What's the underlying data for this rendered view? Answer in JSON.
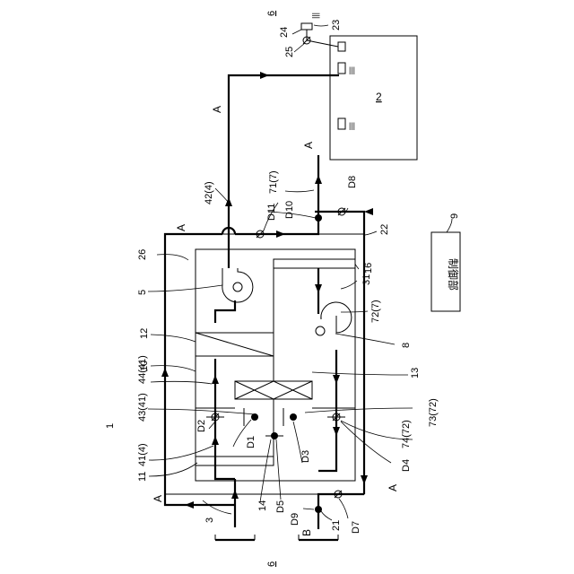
{
  "labels": {
    "sys1": "1",
    "box2": "2",
    "n3": "3",
    "n5": "5",
    "n6_top": "6",
    "n6_bottom": "6",
    "n8": "8",
    "n9": "9",
    "n10": "10",
    "n11": "11",
    "n12": "12",
    "n13": "13",
    "n14": "14",
    "n16": "16",
    "n21": "21",
    "n22": "22",
    "n23": "23",
    "n24": "24",
    "n25": "25",
    "n26": "26",
    "n31": "31",
    "l41": "41(4)",
    "l42": "42(4)",
    "l43": "43(41)",
    "l44": "44(41)",
    "l71": "71(7)",
    "l72": "72(7)",
    "l73": "73(72)",
    "l74": "74(72)",
    "d1": "D1",
    "d2": "D2",
    "d3": "D3",
    "d4": "D4",
    "d5": "D5",
    "d7": "D7",
    "d8": "D8",
    "d9": "D9",
    "d10": "D10",
    "d11": "D11",
    "a_top": "A",
    "a_topleft": "A",
    "a_left": "A",
    "a_right_top": "A",
    "a_right_bottom": "A",
    "b_bottom": "B",
    "controller": "制御部",
    "vent_marks": "|||"
  }
}
